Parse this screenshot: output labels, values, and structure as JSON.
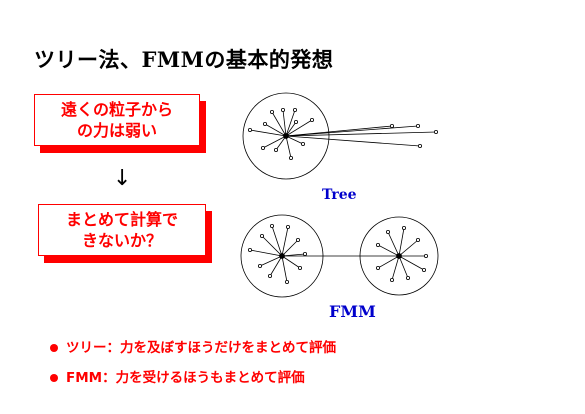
{
  "title": "ツリー法、FMMの基本的発想",
  "box1": {
    "line1": "遠くの粒子から",
    "line2": "の力は弱い"
  },
  "arrow": "↓",
  "box2": {
    "line1": "まとめて計算で",
    "line2": "きないか？"
  },
  "labels": {
    "tree": "Tree",
    "fmm": "FMM"
  },
  "bullets": [
    "ツリー：力を及ぼすほうだけをまとめて評価",
    "FMM：力を受けるほうもまとめて評価"
  ],
  "colors": {
    "accent": "#ff0000",
    "label": "#0000cc"
  }
}
